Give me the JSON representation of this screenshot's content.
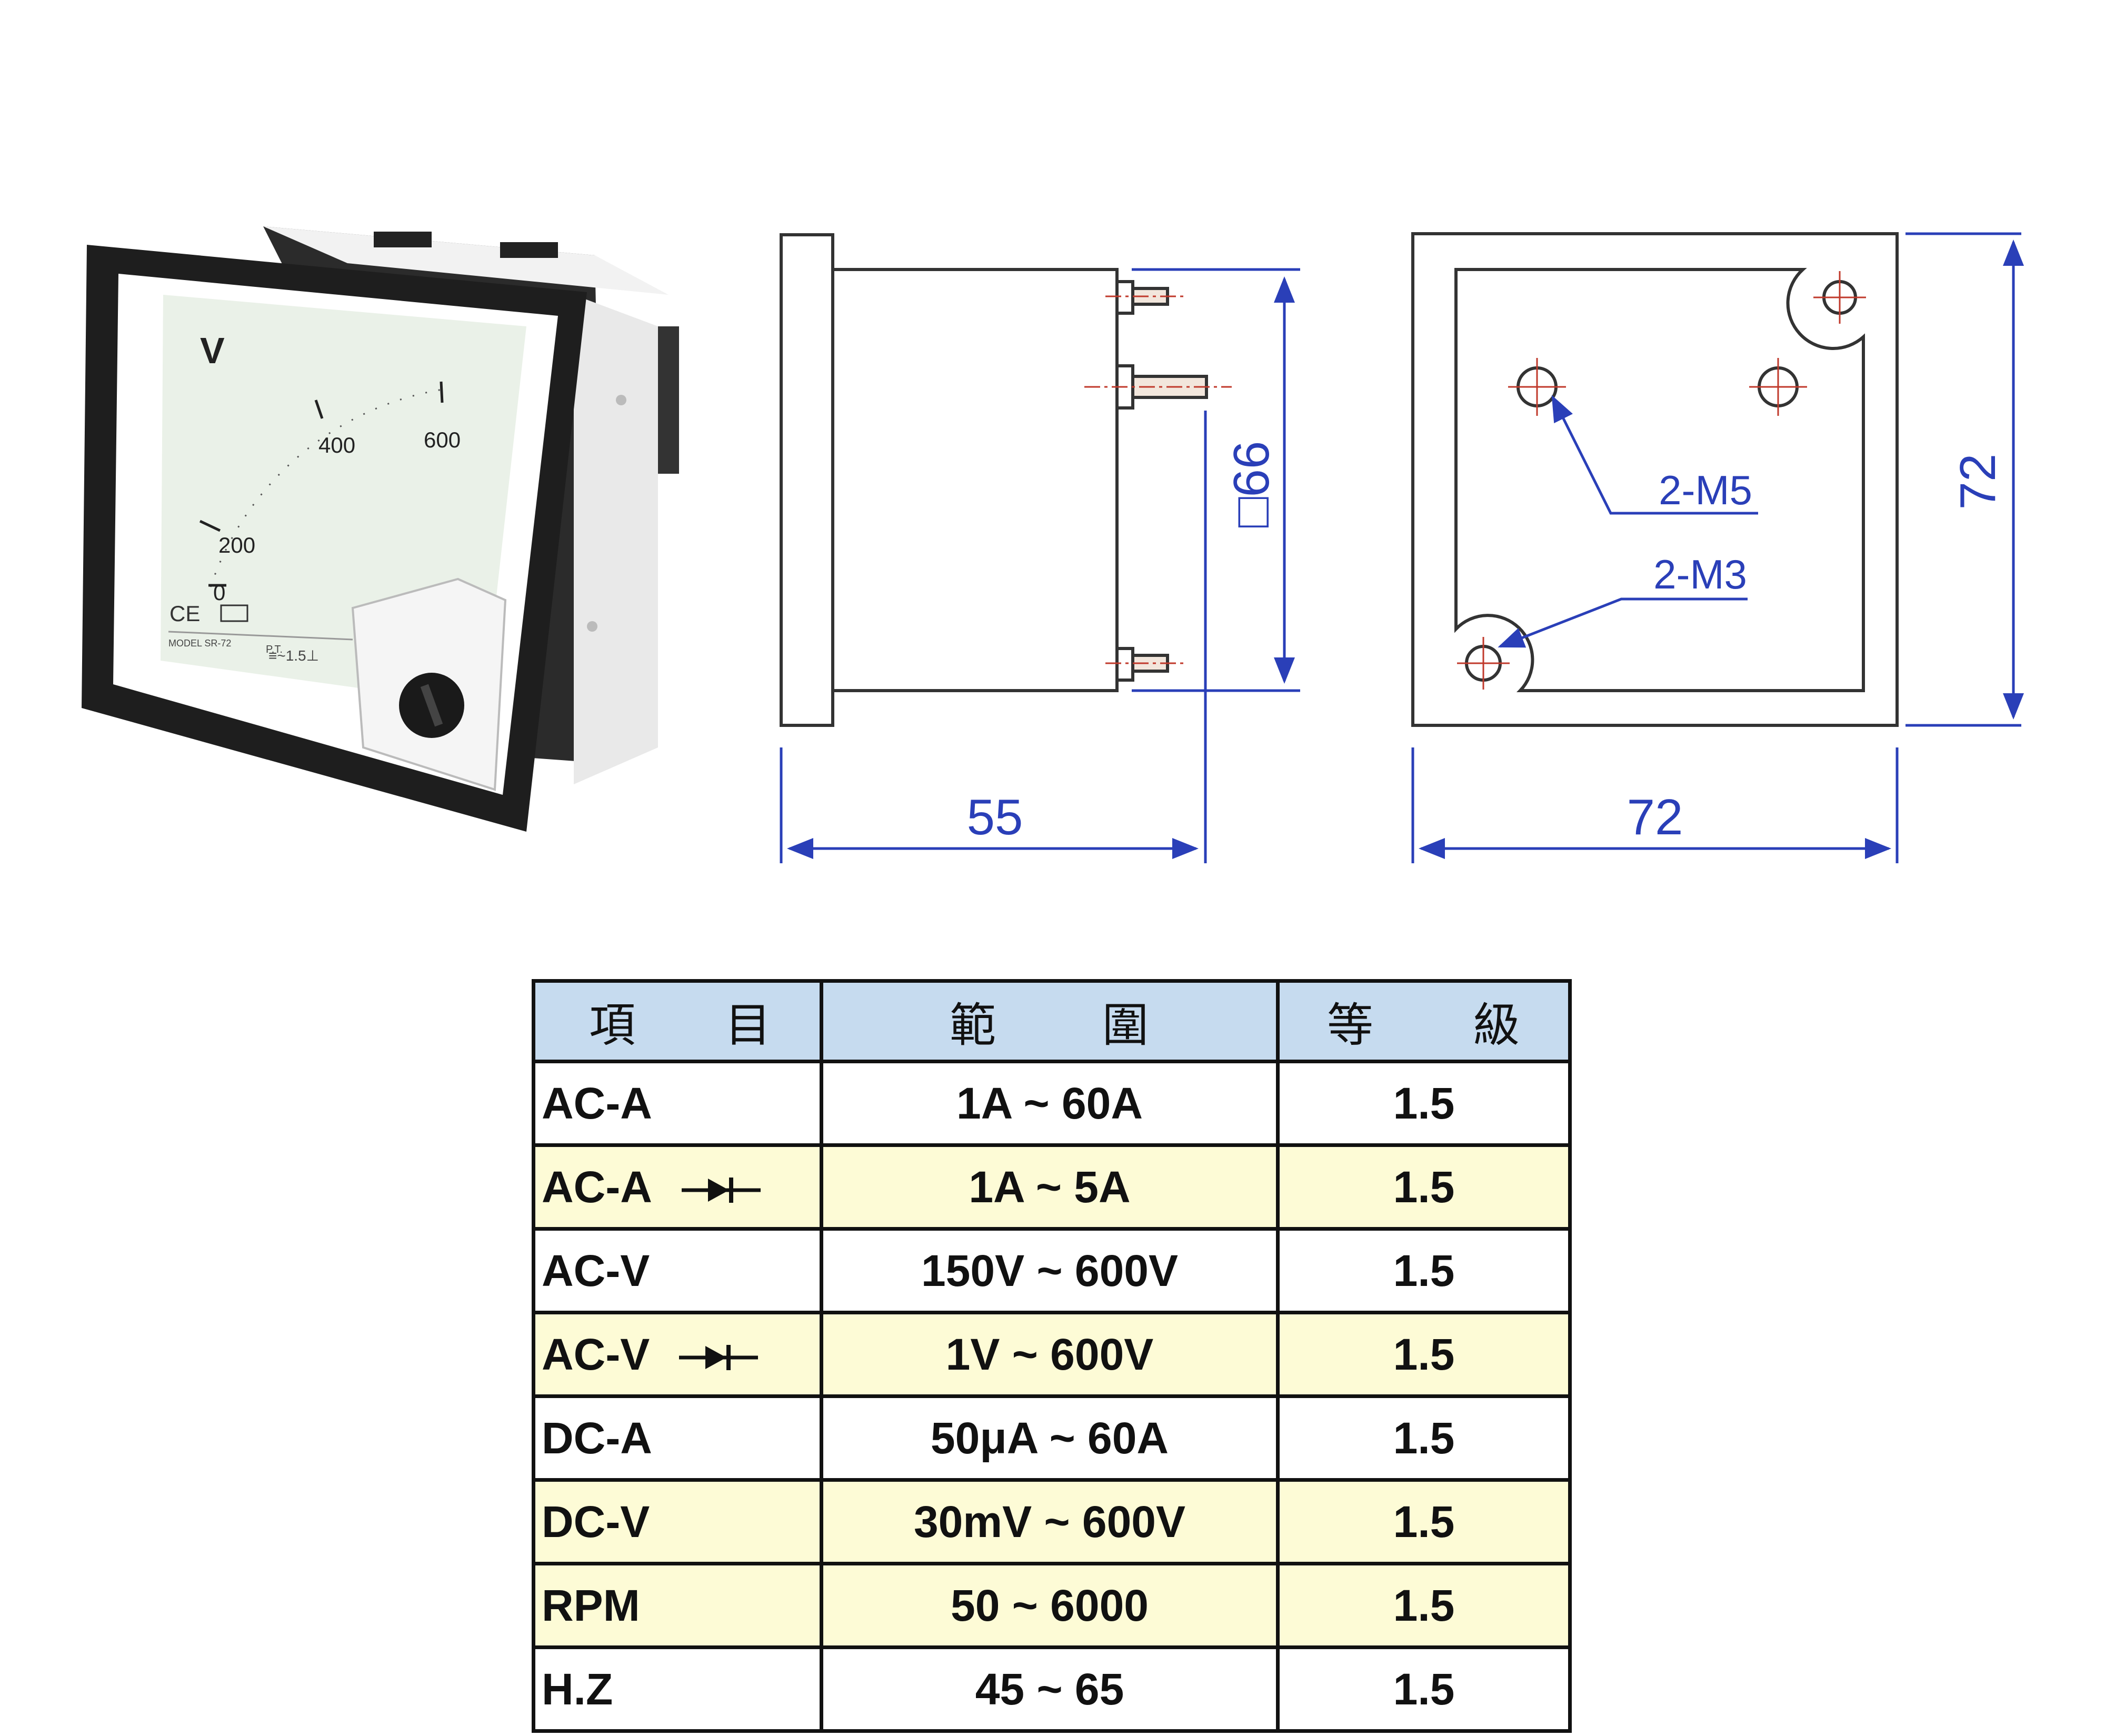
{
  "product_photo": {
    "dial_unit": "V",
    "scale_labels": [
      "0",
      "200",
      "400",
      "600"
    ],
    "model_text": "MODEL SR-72",
    "pt_text": "P.T.",
    "class_text": "≡~1.5⊥",
    "ce_mark": "CE"
  },
  "side_view": {
    "width_label": "55",
    "height_label": "□66"
  },
  "rear_view": {
    "width_label": "72",
    "height_label": "72",
    "callout_m5": "2-M5",
    "callout_m3": "2-M3"
  },
  "table": {
    "headers": [
      {
        "left": "項",
        "right": "目"
      },
      {
        "left": "範",
        "right": "圍"
      },
      {
        "left": "等",
        "right": "級"
      }
    ],
    "rows": [
      {
        "item": "AC-A",
        "diode": false,
        "range": "1A ~ 60A",
        "class": "1.5",
        "highlight": false
      },
      {
        "item": "AC-A",
        "diode": true,
        "range": "1A ~ 5A",
        "class": "1.5",
        "highlight": true
      },
      {
        "item": "AC-V",
        "diode": false,
        "range": "150V ~ 600V",
        "class": "1.5",
        "highlight": false
      },
      {
        "item": "AC-V",
        "diode": true,
        "range": "1V ~ 600V",
        "class": "1.5",
        "highlight": true
      },
      {
        "item": "DC-A",
        "diode": false,
        "range": "50μA ~ 60A",
        "class": "1.5",
        "highlight": false
      },
      {
        "item": "DC-V",
        "diode": false,
        "range": "30mV ~ 600V",
        "class": "1.5",
        "highlight": true
      },
      {
        "item": "RPM",
        "diode": false,
        "range": "50 ~ 6000",
        "class": "1.5",
        "highlight": true
      },
      {
        "item": "H.Z",
        "diode": false,
        "range": "45 ~ 65",
        "class": "1.5",
        "highlight": false
      }
    ]
  },
  "colors": {
    "dimension_blue": "#2a3fb8",
    "centerline_red": "#c0392b",
    "header_blue": "#c6dbef",
    "row_highlight": "#fdfbd6"
  }
}
